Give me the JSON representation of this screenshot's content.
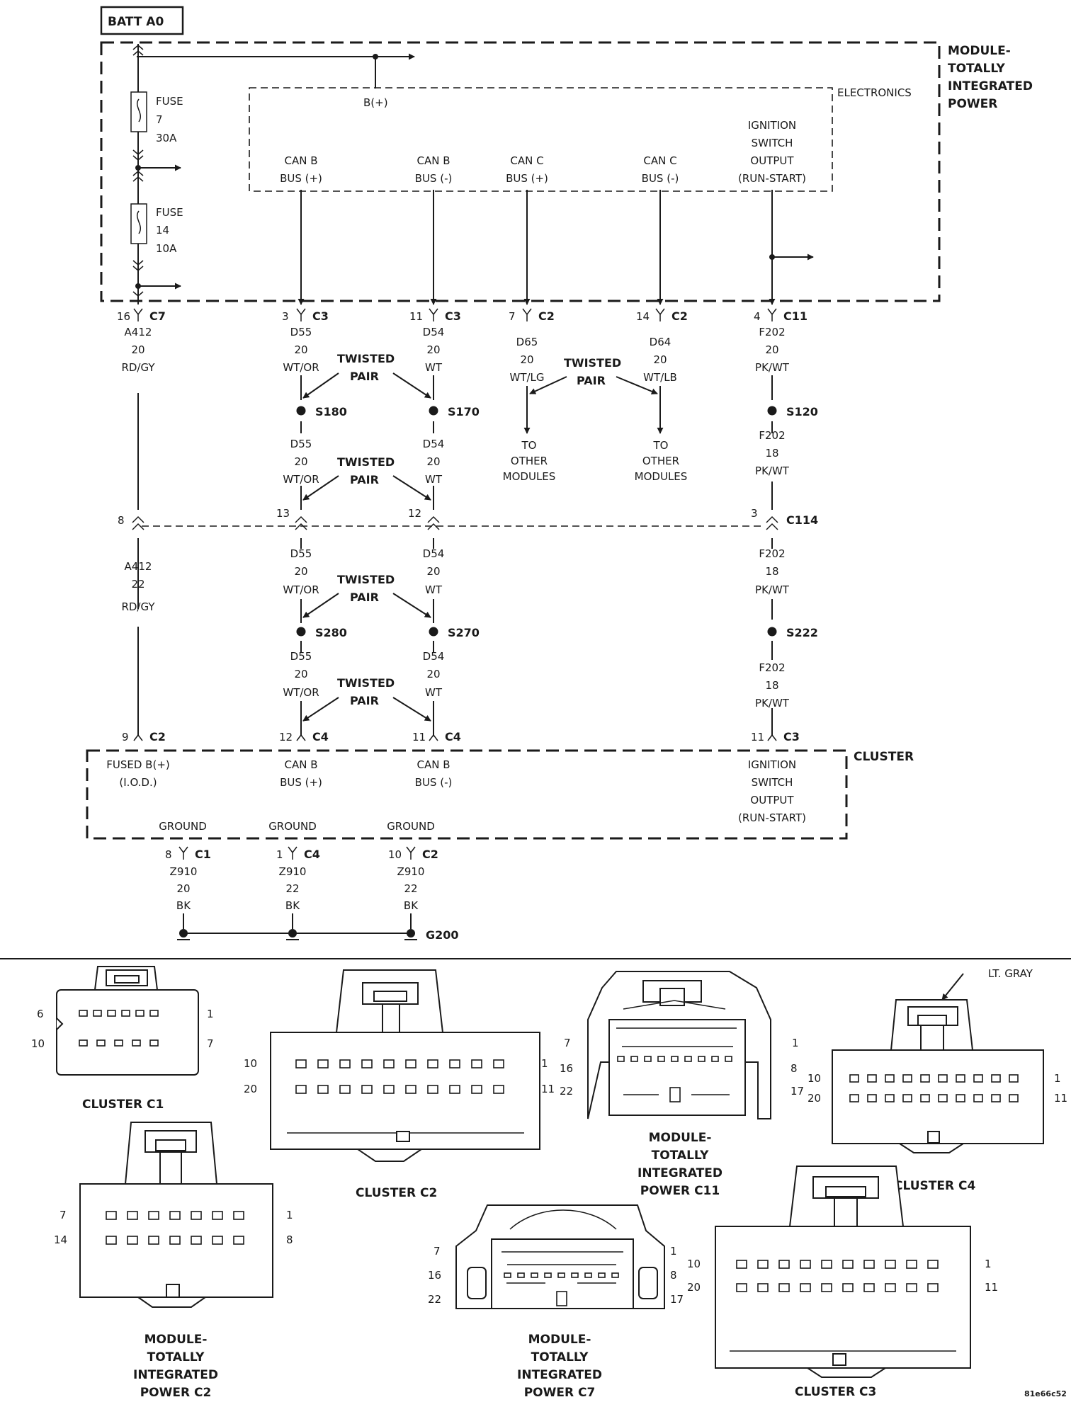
{
  "header_box": "BATT A0",
  "modules": {
    "tipm": [
      "MODULE-",
      "TOTALLY",
      "INTEGRATED",
      "POWER"
    ],
    "electronics": "ELECTRONICS",
    "cluster": "CLUSTER"
  },
  "fuses": [
    {
      "lines": [
        "FUSE",
        "7",
        "30A"
      ]
    },
    {
      "lines": [
        "FUSE",
        "14",
        "10A"
      ]
    }
  ],
  "bplus": "B(+)",
  "tipm_terms": [
    {
      "lines": [
        "CAN B",
        "BUS (+)"
      ]
    },
    {
      "lines": [
        "CAN B",
        "BUS (-)"
      ]
    },
    {
      "lines": [
        "CAN C",
        "BUS (+)"
      ]
    },
    {
      "lines": [
        "CAN C",
        "BUS (-)"
      ]
    },
    {
      "lines": [
        "IGNITION",
        "SWITCH",
        "OUTPUT",
        "(RUN-START)"
      ]
    }
  ],
  "cluster_terms": [
    {
      "lines": [
        "FUSED B(+)",
        "(I.O.D.)"
      ]
    },
    {
      "lines": [
        "CAN B",
        "BUS (+)"
      ]
    },
    {
      "lines": [
        "CAN B",
        "BUS (-)"
      ]
    },
    {
      "lines": [
        "IGNITION",
        "SWITCH",
        "OUTPUT",
        "(RUN-START)"
      ]
    }
  ],
  "connector_callouts": [
    {
      "pin": "16",
      "conn": "C7"
    },
    {
      "pin": "3",
      "conn": "C3"
    },
    {
      "pin": "11",
      "conn": "C3"
    },
    {
      "pin": "7",
      "conn": "C2"
    },
    {
      "pin": "14",
      "conn": "C2"
    },
    {
      "pin": "4",
      "conn": "C11"
    },
    {
      "pin": "9",
      "conn": "C2"
    },
    {
      "pin": "12",
      "conn": "C4"
    },
    {
      "pin": "11",
      "conn": "C4"
    },
    {
      "pin": "11",
      "conn": "C3"
    },
    {
      "pin": "8",
      "conn": "C1"
    },
    {
      "pin": "1",
      "conn": "C4"
    },
    {
      "pin": "10",
      "conn": "C2"
    }
  ],
  "inline_connector": {
    "name": "C114",
    "pins": [
      "8",
      "13",
      "12",
      "3"
    ]
  },
  "wire_labels": [
    {
      "lines": [
        "A412",
        "20",
        "RD/GY"
      ]
    },
    {
      "lines": [
        "D55",
        "20",
        "WT/OR"
      ]
    },
    {
      "lines": [
        "D54",
        "20",
        "WT"
      ]
    },
    {
      "lines": [
        "D65",
        "20",
        "WT/LG"
      ]
    },
    {
      "lines": [
        "D64",
        "20",
        "WT/LB"
      ]
    },
    {
      "lines": [
        "F202",
        "20",
        "PK/WT"
      ]
    },
    {
      "lines": [
        "D55",
        "20",
        "WT/OR"
      ]
    },
    {
      "lines": [
        "D54",
        "20",
        "WT"
      ]
    },
    {
      "lines": [
        "F202",
        "18",
        "PK/WT"
      ]
    },
    {
      "lines": [
        "A412",
        "22",
        "RD/GY"
      ]
    },
    {
      "lines": [
        "D55",
        "20",
        "WT/OR"
      ]
    },
    {
      "lines": [
        "D54",
        "20",
        "WT"
      ]
    },
    {
      "lines": [
        "F202",
        "18",
        "PK/WT"
      ]
    },
    {
      "lines": [
        "D55",
        "20",
        "WT/OR"
      ]
    },
    {
      "lines": [
        "D54",
        "20",
        "WT"
      ]
    },
    {
      "lines": [
        "F202",
        "18",
        "PK/WT"
      ]
    },
    {
      "lines": [
        "Z910",
        "20",
        "BK"
      ]
    },
    {
      "lines": [
        "Z910",
        "22",
        "BK"
      ]
    },
    {
      "lines": [
        "Z910",
        "22",
        "BK"
      ]
    }
  ],
  "twisted_pair": [
    "TWISTED",
    "PAIR"
  ],
  "splices": [
    "S180",
    "S170",
    "S120",
    "S280",
    "S270",
    "S222"
  ],
  "to_other_modules": [
    "TO",
    "OTHER",
    "MODULES"
  ],
  "ground_labels": [
    "GROUND",
    "GROUND",
    "GROUND"
  ],
  "ground_point": "G200",
  "connector_views": [
    {
      "caption": [
        "CLUSTER C1"
      ],
      "pin_labels": [
        "6",
        "10",
        "1",
        "7"
      ]
    },
    {
      "caption": [
        "CLUSTER C2"
      ],
      "pin_labels": [
        "10",
        "20",
        "1",
        "11"
      ]
    },
    {
      "caption": [
        "MODULE-",
        "TOTALLY",
        "INTEGRATED",
        "POWER C11"
      ],
      "pin_labels": [
        "7",
        "16",
        "22",
        "1",
        "8",
        "17"
      ]
    },
    {
      "caption": [
        "CLUSTER C4"
      ],
      "pin_labels": [
        "10",
        "20",
        "1",
        "11"
      ],
      "note": "LT. GRAY"
    },
    {
      "caption": [
        "MODULE-",
        "TOTALLY",
        "INTEGRATED",
        "POWER C2"
      ],
      "pin_labels": [
        "7",
        "14",
        "1",
        "8"
      ]
    },
    {
      "caption": [
        "MODULE-",
        "TOTALLY",
        "INTEGRATED",
        "POWER C7"
      ],
      "pin_labels": [
        "7",
        "16",
        "22",
        "1",
        "8",
        "17"
      ]
    },
    {
      "caption": [
        "CLUSTER C3"
      ],
      "pin_labels": [
        "10",
        "20",
        "1",
        "11"
      ]
    }
  ],
  "figure_id": "81e66c52"
}
